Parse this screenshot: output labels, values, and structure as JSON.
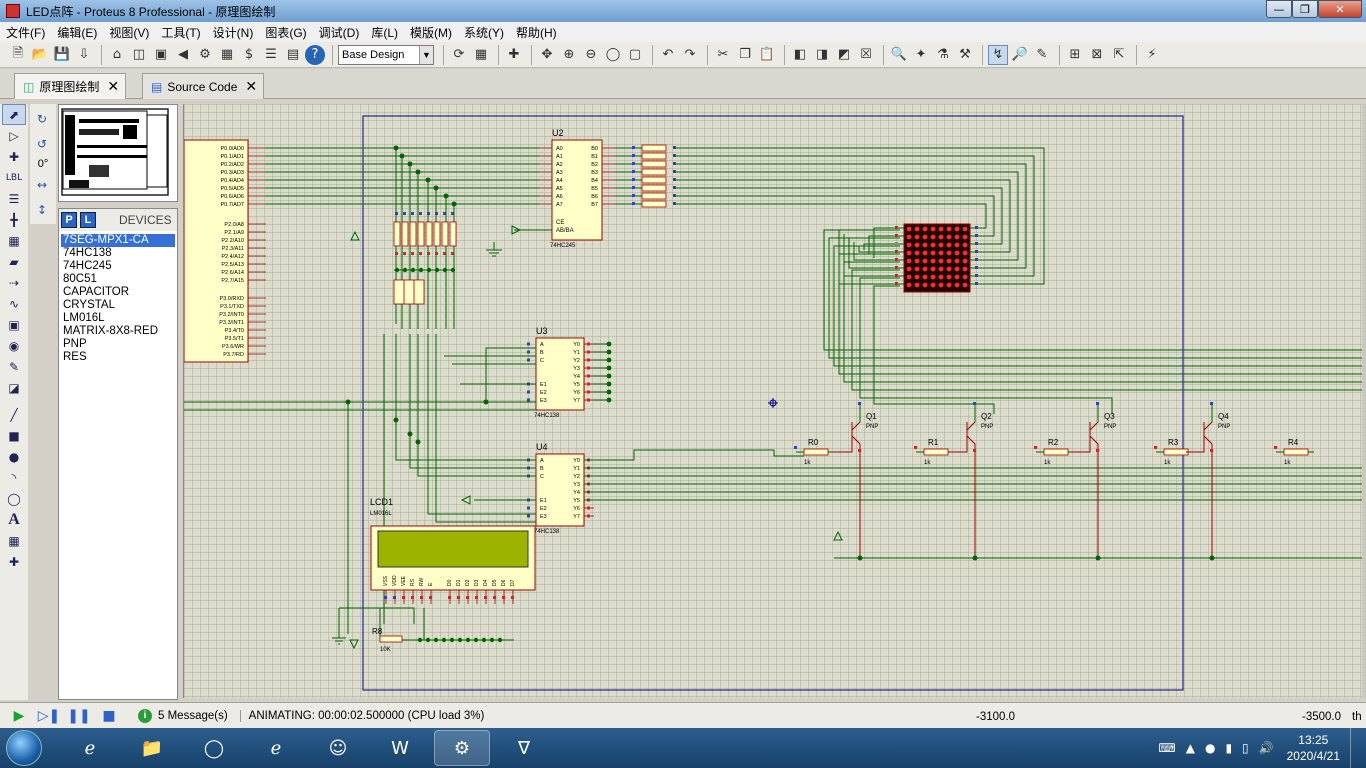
{
  "window": {
    "title": "LED点阵 - Proteus 8 Professional - 原理图绘制"
  },
  "menu": [
    "文件(F)",
    "编辑(E)",
    "视图(V)",
    "工具(T)",
    "设计(N)",
    "图表(G)",
    "调试(D)",
    "库(L)",
    "模版(M)",
    "系统(Y)",
    "帮助(H)"
  ],
  "toolbar": {
    "design_select": "Base Design"
  },
  "tabs": [
    {
      "label": "原理图绘制",
      "active": true
    },
    {
      "label": "Source Code",
      "active": false
    }
  ],
  "rotation": "0°",
  "device_panel": {
    "p_label": "P",
    "l_label": "L",
    "title": "DEVICES",
    "devices": [
      "7SEG-MPX1-CA",
      "74HC138",
      "74HC245",
      "80C51",
      "CAPACITOR",
      "CRYSTAL",
      "LM016L",
      "MATRIX-8X8-RED",
      "PNP",
      "RES"
    ],
    "selected": "7SEG-MPX1-CA"
  },
  "schematic": {
    "u2": {
      "ref": "U2",
      "part": "74HC245",
      "pins_a": [
        "A0",
        "A1",
        "A2",
        "A3",
        "A4",
        "A5",
        "A6",
        "A7"
      ],
      "pins_b": [
        "B0",
        "B1",
        "B2",
        "B3",
        "B4",
        "B5",
        "B6",
        "B7"
      ],
      "ce": "CE",
      "ab": "AB/BA"
    },
    "u3": {
      "ref": "U3",
      "part": "74HC138"
    },
    "u4": {
      "ref": "U4",
      "part": "74HC138"
    },
    "mcu_pins": [
      "P0.0/AD0",
      "P0.1/AD1",
      "P0.2/AD2",
      "P0.3/AD3",
      "P0.4/AD4",
      "P0.5/AD5",
      "P0.6/AD6",
      "P0.7/AD7",
      "P2.0/A8",
      "P2.1/A9",
      "P2.2/A10",
      "P2.3/A11",
      "P2.4/A12",
      "P2.5/A13",
      "P2.6/A14",
      "P2.7/A15",
      "P3.0/RXD",
      "P3.1/TXD",
      "P3.2/INT0",
      "P3.3/INT1",
      "P3.4/T0",
      "P3.5/T1",
      "P3.6/WR",
      "P3.7/RD"
    ],
    "lcd": {
      "ref": "LCD1",
      "part": "LM016L"
    },
    "r8": {
      "ref": "R8",
      "value": "10K"
    },
    "resistors": [
      {
        "ref": "R0",
        "value": "1k"
      },
      {
        "ref": "R1",
        "value": "1k"
      },
      {
        "ref": "R2",
        "value": "1k"
      },
      {
        "ref": "R3",
        "value": "1k"
      },
      {
        "ref": "R4",
        "value": "1k"
      }
    ],
    "transistors": [
      {
        "ref": "Q1",
        "type": "PNP"
      },
      {
        "ref": "Q2",
        "type": "PNP"
      },
      {
        "ref": "Q3",
        "type": "PNP"
      },
      {
        "ref": "Q4",
        "type": "PNP"
      }
    ]
  },
  "status": {
    "messages": "5 Message(s)",
    "animating": "ANIMATING: 00:00:02.500000 (CPU load 3%)",
    "coord_x": "-3100.0",
    "coord_y": "-3500.0",
    "unit": "th"
  },
  "taskbar": {
    "time": "13:25",
    "date": "2020/4/21"
  },
  "colors": {
    "wire": "#006400",
    "component_fill": "#ffffc8",
    "component_stroke": "#a00000",
    "sheet_border": "#00008b",
    "canvas": "#dcdccc"
  }
}
